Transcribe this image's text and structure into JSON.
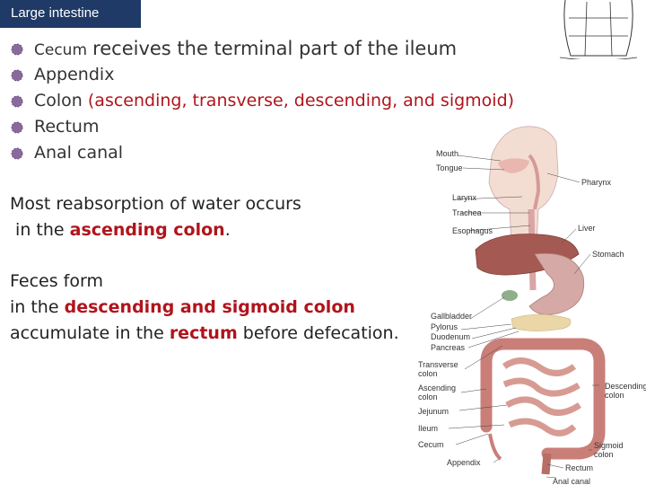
{
  "slide": {
    "title": "Large intestine",
    "bullets": [
      {
        "prefix": "Cecum",
        "rest": "receives the terminal part of the ileum"
      },
      {
        "text": "Appendix"
      },
      {
        "prefix": "Colon",
        "highlight": "(ascending, transverse, descending, and sigmoid)"
      },
      {
        "text": "Rectum"
      },
      {
        "text": "Anal canal"
      }
    ],
    "para1": {
      "line1": "Most reabsorption of water occurs",
      "line2_pre": " in the ",
      "line2_bold": "ascending colon",
      "line2_post": "."
    },
    "para2": {
      "line1": "Feces form",
      "line2_pre": "in the ",
      "line2_bold": "descending and sigmoid colon",
      "line3_pre": "accumulate in the ",
      "line3_bold": "rectum",
      "line3_post": " before defecation."
    }
  },
  "figure": {
    "labels": {
      "mouth": "Mouth",
      "tongue": "Tongue",
      "larynx": "Larynx",
      "trachea": "Trachea",
      "esophagus": "Esophagus",
      "pharynx": "Pharynx",
      "liver": "Liver",
      "stomach": "Stomach",
      "gallbladder": "Gallbladder",
      "pylorus": "Pylorus",
      "duodenum": "Duodenum",
      "pancreas": "Pancreas",
      "transverse_colon_1": "Transverse",
      "transverse_colon_2": "colon",
      "ascending_colon_1": "Ascending",
      "ascending_colon_2": "colon",
      "jejunum": "Jejunum",
      "ileum": "Ileum",
      "cecum": "Cecum",
      "appendix": "Appendix",
      "descending_colon_1": "Descending",
      "descending_colon_2": "colon",
      "sigmoid_colon_1": "Sigmoid",
      "sigmoid_colon_2": "colon",
      "rectum": "Rectum",
      "anal_canal": "Anal canal"
    }
  },
  "colors": {
    "title_bg": "#1f3a66",
    "bullet": "#8a6a9c",
    "highlight": "#b0141c"
  }
}
